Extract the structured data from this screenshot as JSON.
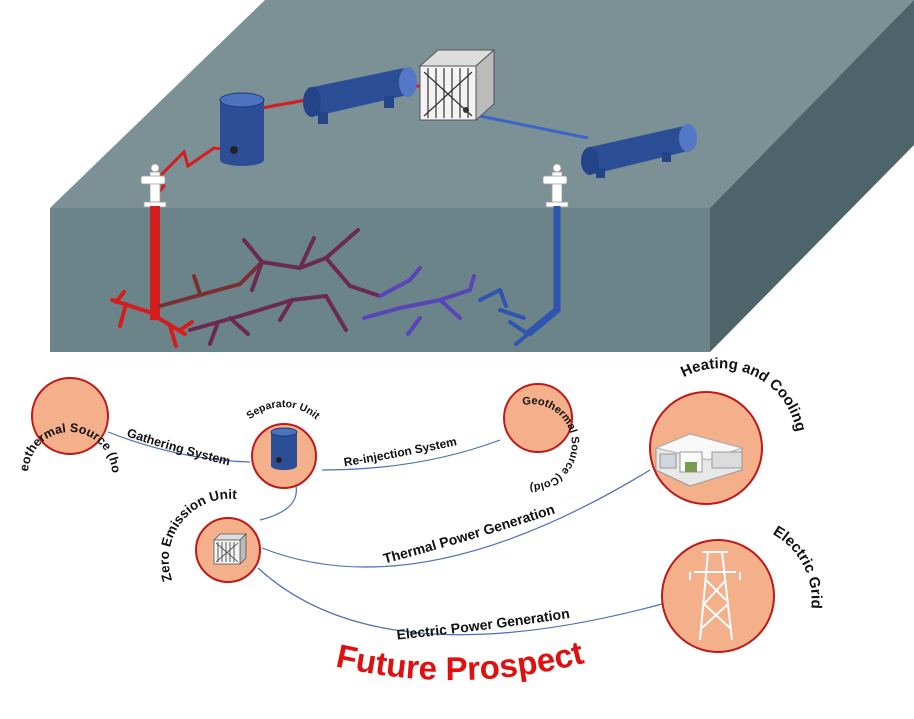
{
  "labels": {
    "geo_hot": "Geothermal Source (hot)",
    "geo_cold": "Geothermal Source (Cold)",
    "separator": "Separator Unit",
    "zero_emission": "Zero Emission Unit",
    "heating_cooling": "Heating and Cooling",
    "electric_grid": "Electric Grid",
    "gathering": "Gathering System",
    "reinjection": "Re-injection System",
    "thermal_power": "Thermal Power Generation",
    "electric_power": "Electric Power Generation",
    "future": "Future Prospect"
  },
  "colors": {
    "hot_pipe": "#d41e1e",
    "cold_pipe": "#2f55b0",
    "node_fill": "#f4b08a",
    "node_stroke": "#c01818",
    "ground_top": "#7b9196",
    "ground_front": "#6b8489",
    "ground_side": "#4d646b",
    "equipment": "#2b4e96",
    "prospect_text": "#e01010"
  }
}
